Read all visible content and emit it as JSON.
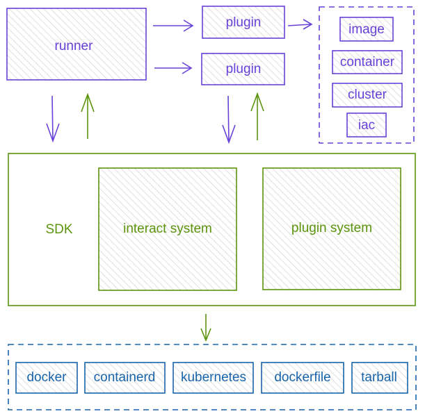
{
  "runner": {
    "label": "runner"
  },
  "plugins": [
    {
      "label": "plugin"
    },
    {
      "label": "plugin"
    }
  ],
  "plugin_types": [
    {
      "label": "image"
    },
    {
      "label": "container"
    },
    {
      "label": "cluster"
    },
    {
      "label": "iac"
    }
  ],
  "sdk": {
    "label": "SDK",
    "interact_system": {
      "label": "interact system"
    },
    "plugin_system": {
      "label": "plugin system"
    }
  },
  "backends": [
    {
      "label": "docker"
    },
    {
      "label": "containerd"
    },
    {
      "label": "kubernetes"
    },
    {
      "label": "dockerfile"
    },
    {
      "label": "tarball"
    }
  ],
  "colors": {
    "purple": "#6741d9",
    "green": "#5c940d",
    "blue": "#1864ab",
    "hatch": "#d9d9d9"
  }
}
